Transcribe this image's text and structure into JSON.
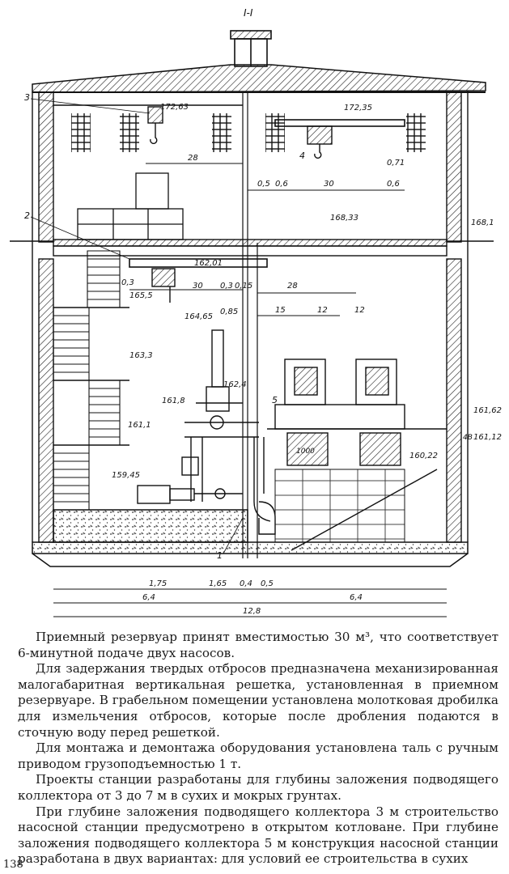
{
  "drawing": {
    "section_label": "I-I",
    "callouts": [
      "1",
      "2",
      "3",
      "4",
      "5"
    ],
    "elevations": [
      "172,63",
      "172,35",
      "168,33",
      "168,1",
      "162,01",
      "165,5",
      "164,65",
      "163,3",
      "162,4",
      "161,8",
      "161,1",
      "161,62",
      "161,12",
      "160,22",
      "159,45"
    ],
    "extra_marks": [
      "0,71",
      "1000",
      "4В"
    ],
    "dimensions": [
      "28",
      "0,5",
      "0,6",
      "30",
      "0,6",
      "0,3",
      "30",
      "0,3",
      "0,15",
      "28",
      "0,85",
      "15",
      "12",
      "12",
      "1,75",
      "1,65",
      "0,4",
      "0,5",
      "6,4",
      "6,4",
      "12,8"
    ]
  },
  "text": {
    "paragraphs": [
      "Приемный резервуар принят вместимостью 30 м³, что соответствует 6-минутной подаче двух насосов.",
      "Для задержания твердых отбросов предназначена механизированная малогабаритная вертикальная решетка, установленная в приемном резервуаре. В грабельном помещении установлена молотковая дробилка для измельчения отбросов, которые после дробления подаются в сточную воду перед решеткой.",
      "Для монтажа и демонтажа оборудования установлена таль с ручным приводом грузоподъемностью 1 т.",
      "Проекты станции разработаны для глубины заложения подводящего коллектора от 3 до 7 м в сухих и мокрых грунтах.",
      "При глубине заложения подводящего коллектора 3 м строительство насосной станции предусмотрено в открытом котловане. При глубине заложения подводящего коллектора 5 м конструкция насосной станции разработана в двух вариантах: для условий ее строительства в сухих"
    ],
    "page_number": "138"
  }
}
